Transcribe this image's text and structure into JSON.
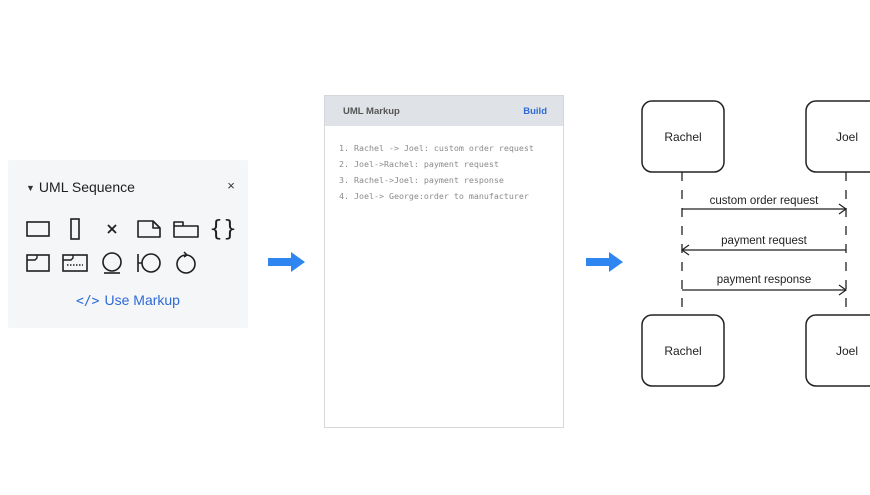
{
  "shape_panel": {
    "title": "UML Sequence",
    "collapse_icon": "caret-down-icon",
    "close_label": "×",
    "shapes_row1": [
      "rectangle-icon",
      "tall-rectangle-icon",
      "destroy-x-icon",
      "note-icon",
      "package-icon",
      "braces-icon"
    ],
    "shapes_row2": [
      "frame-icon",
      "ruler-box-icon",
      "entity-icon",
      "boundary-icon",
      "control-icon"
    ],
    "use_markup_label": "Use Markup",
    "use_markup_icon": "code-icon",
    "braces_label": "{}",
    "x_label": "×"
  },
  "markup_panel": {
    "title": "UML Markup",
    "build_label": "Build",
    "lines": [
      "1. Rachel -> Joel: custom order request",
      "2. Joel->Rachel: payment request",
      "3. Rachel->Joel: payment response",
      "4. Joel-> George:order to manufacturer"
    ]
  },
  "diagram": {
    "participants": [
      "Rachel",
      "Joel"
    ],
    "messages": [
      {
        "label": "custom order request",
        "from": "Rachel",
        "to": "Joel"
      },
      {
        "label": "payment request",
        "from": "Joel",
        "to": "Rachel"
      },
      {
        "label": "payment response",
        "from": "Rachel",
        "to": "Joel"
      }
    ]
  },
  "colors": {
    "accent": "#2d6ad6",
    "arrow": "#2f86f0",
    "panel_bg": "#f5f6f7",
    "markup_header_bg": "#dfe2e6"
  }
}
